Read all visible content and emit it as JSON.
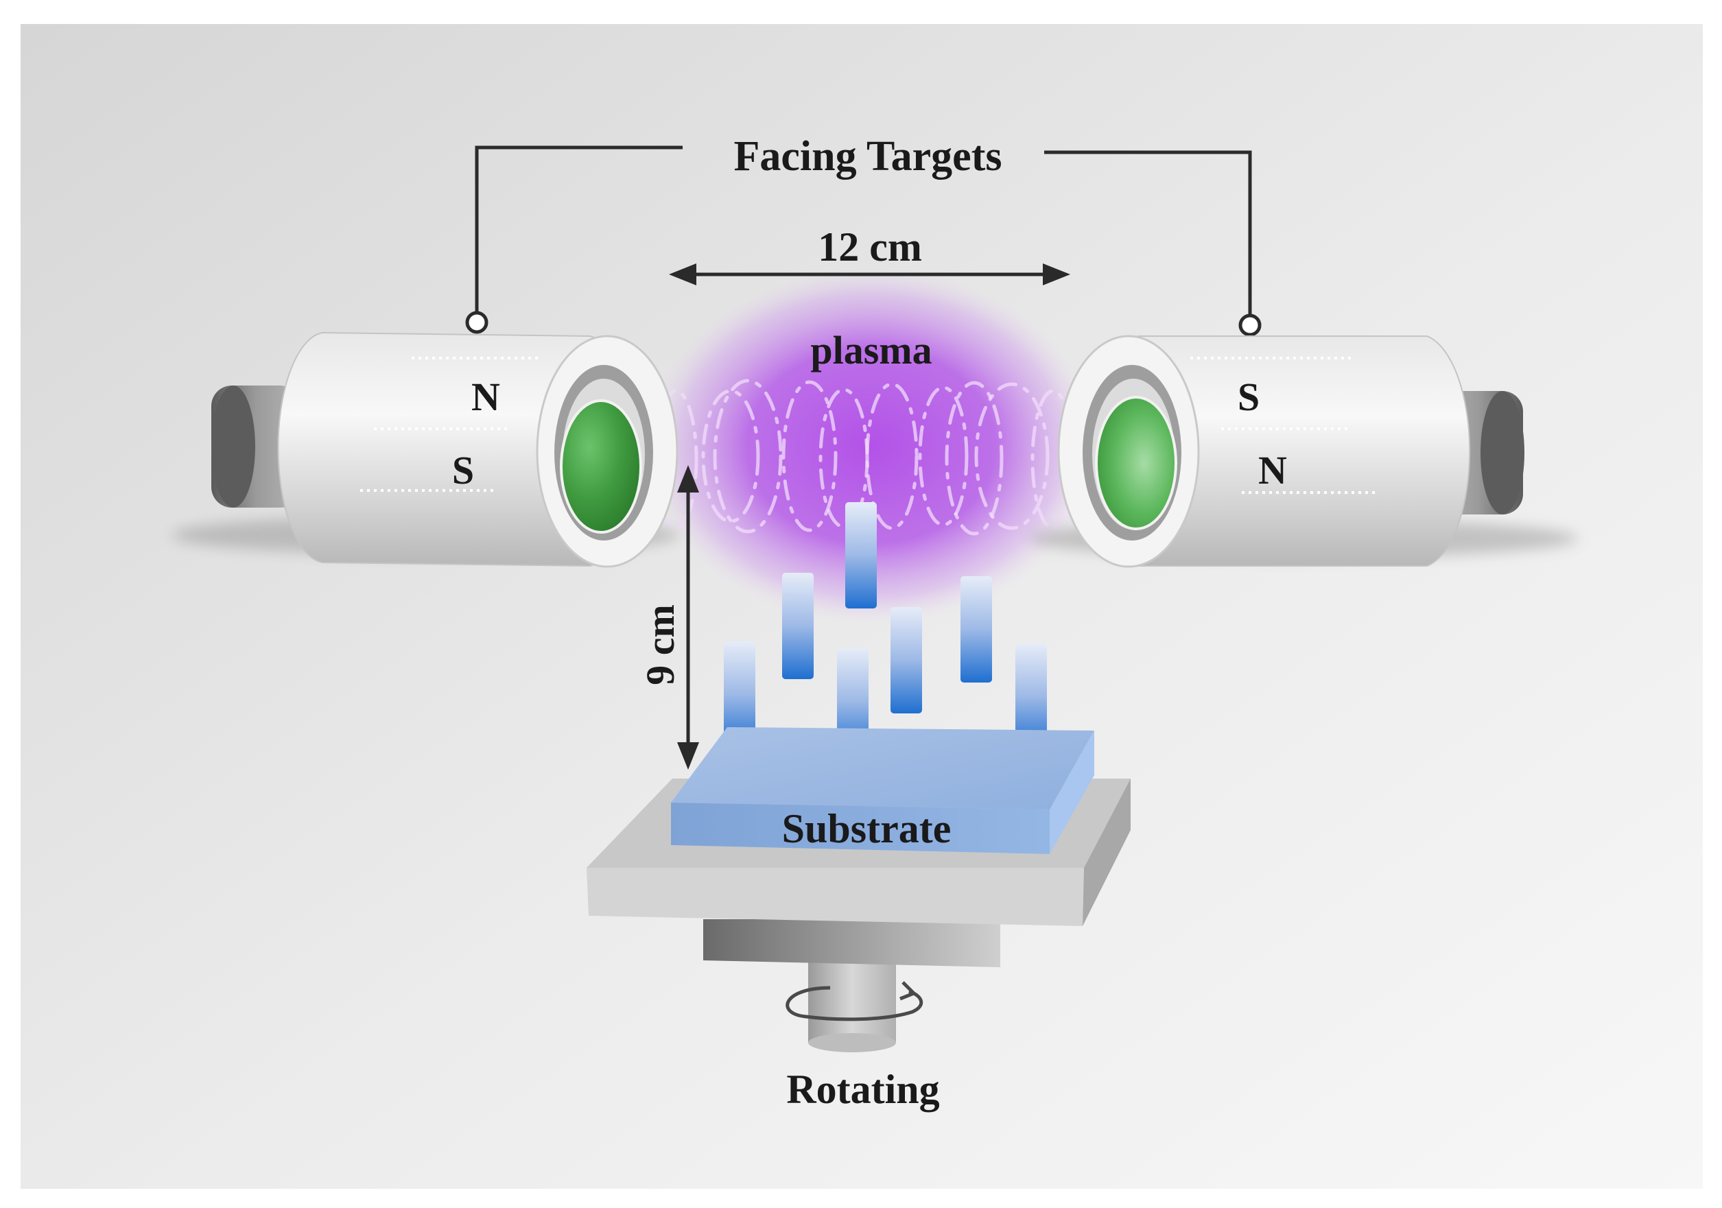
{
  "labels": {
    "facing_targets": "Facing Targets",
    "distance_horizontal": "12 cm",
    "plasma": "plasma",
    "distance_vertical": "9 cm",
    "substrate": "Substrate",
    "rotating": "Rotating"
  },
  "magnets": {
    "left": {
      "top_pole": "N",
      "bottom_pole": "S"
    },
    "right": {
      "top_pole": "S",
      "bottom_pole": "N"
    }
  },
  "colors": {
    "plasma": "#b04ae8",
    "target_face": "#3f9a3f",
    "substrate": "#8fb2e0",
    "particle": "#1f6fd0",
    "cylinder": "#d8d8d8"
  }
}
